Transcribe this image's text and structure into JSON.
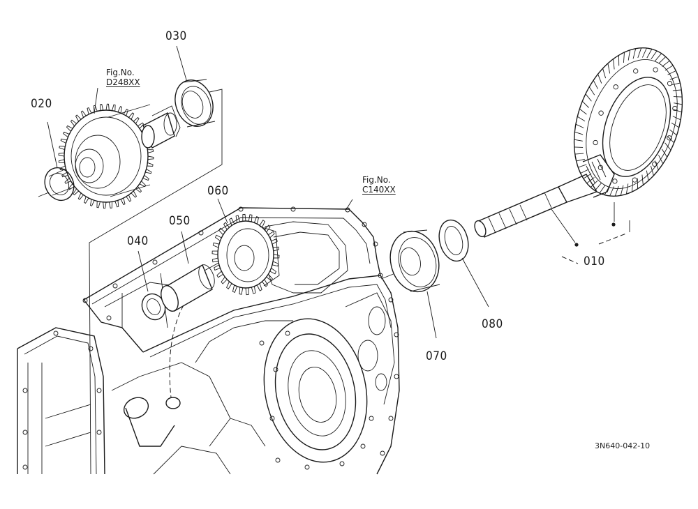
{
  "parts": [
    {
      "number": "010"
    },
    {
      "number": "020"
    },
    {
      "number": "030"
    },
    {
      "number": "040"
    },
    {
      "number": "050"
    },
    {
      "number": "060"
    },
    {
      "number": "070"
    },
    {
      "number": "080"
    }
  ],
  "figure_refs": [
    {
      "prefix": "Fig.No.",
      "ref": "D248XX"
    },
    {
      "prefix": "Fig.No.",
      "ref": "C140XX"
    }
  ],
  "drawing_code": "3N640-042-10"
}
